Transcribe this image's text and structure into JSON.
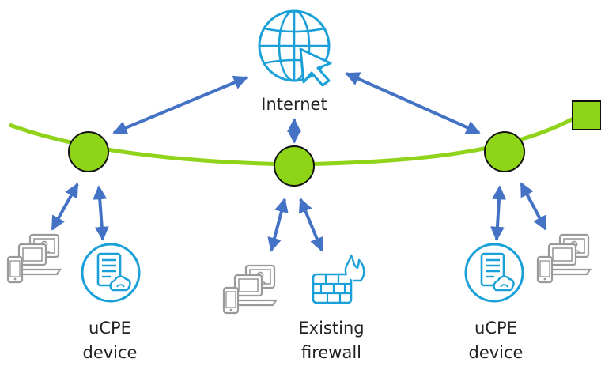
{
  "labels": {
    "internet": "Internet",
    "left_device_line1": "uCPE",
    "left_device_line2": "device",
    "middle_device_line1": "Existing",
    "middle_device_line2": "firewall",
    "right_device_line1": "uCPE",
    "right_device_line2": "device"
  },
  "colors": {
    "backbone": "#8fd41a",
    "node_fill": "#8ed518",
    "node_stroke": "#111111",
    "arrow": "#4472c4",
    "icon_blue": "#1aa0d8",
    "icon_gray": "#9a9a9a",
    "flame": "#1aa0d8"
  },
  "icons": {
    "internet": "globe-cursor-icon",
    "computers": "devices-icon",
    "ucpe": "server-cloud-icon",
    "firewall": "firewall-icon"
  }
}
